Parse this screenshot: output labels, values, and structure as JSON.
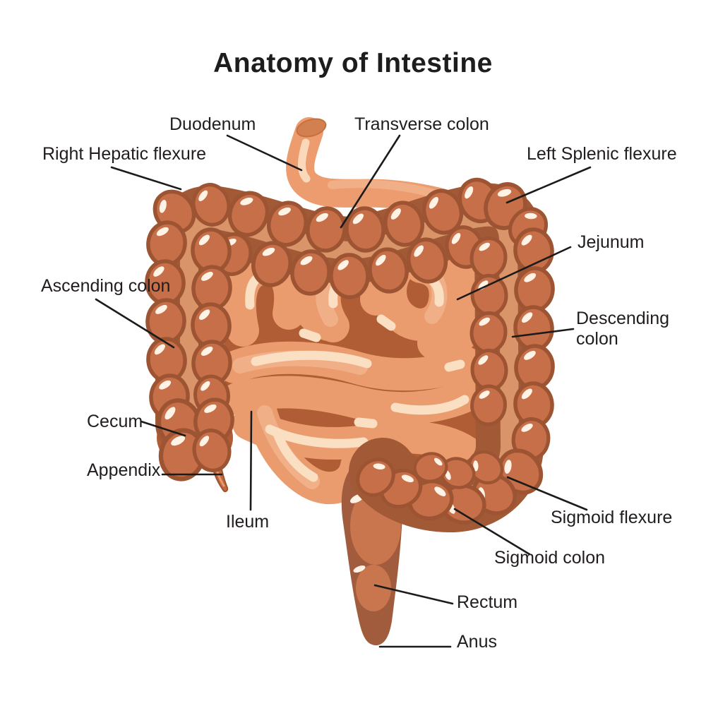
{
  "title": "Anatomy of Intestine",
  "labels": [
    {
      "id": "duodenum",
      "text": "Duodenum"
    },
    {
      "id": "transverse-colon",
      "text": "Transverse colon"
    },
    {
      "id": "right-hepatic-flexure",
      "text": "Right Hepatic flexure"
    },
    {
      "id": "left-splenic-flexure",
      "text": "Left Splenic flexure"
    },
    {
      "id": "jejunum",
      "text": "Jejunum"
    },
    {
      "id": "descending-colon",
      "text": "Descending colon"
    },
    {
      "id": "ascending-colon",
      "text": "Ascending colon"
    },
    {
      "id": "cecum",
      "text": "Cecum"
    },
    {
      "id": "appendix",
      "text": "Appendix"
    },
    {
      "id": "ileum",
      "text": "Ileum"
    },
    {
      "id": "sigmoid-flexure",
      "text": "Sigmoid flexure"
    },
    {
      "id": "sigmoid-colon",
      "text": "Sigmoid colon"
    },
    {
      "id": "rectum",
      "text": "Rectum"
    },
    {
      "id": "anus",
      "text": "Anus"
    }
  ],
  "colors": {
    "background": "#ffffff",
    "text": "#211d1e",
    "leader_line": "#1b1b1b",
    "colon_bump": "#c76f48",
    "colon_outline": "#9d5433",
    "colon_taenia": "#d9946a",
    "colon_crevice": "#a25a36",
    "small_intestine": "#ea9c6e",
    "small_intestine_shadow": "#b05c34",
    "small_intestine_highlight": "#fadfc3",
    "duodenum_body": "#ec9c6f",
    "duodenum_cap": "#d2804f",
    "rectum_outer": "#a05c3c",
    "rectum_inner": "#c9764e",
    "bump_highlight": "#fff3e6"
  }
}
